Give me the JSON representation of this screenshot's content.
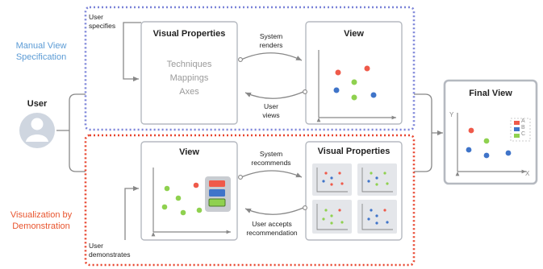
{
  "user": {
    "label": "User"
  },
  "manual": {
    "section_label": "Manual View Specification",
    "user_action": "User specifies",
    "vp_title": "Visual Properties",
    "vp_items": [
      "Techniques",
      "Mappings",
      "Axes"
    ],
    "system_action": "System renders",
    "view_title": "View",
    "user_views": "User views",
    "color": "#5b9bd5",
    "border_color": "#7b83d8"
  },
  "demo": {
    "section_label": "Visualization by Demonstration",
    "user_action": "User demonstrates",
    "view_title": "View",
    "system_action": "System recommends",
    "vp_title": "Visual Properties",
    "user_accepts": "User accepts recommendation",
    "color": "#e8552f",
    "border_color": "#e8452f"
  },
  "final": {
    "title": "Final View",
    "axis_x": "X",
    "axis_y": "Y",
    "legend": [
      "A",
      "B",
      "C"
    ]
  },
  "colors": {
    "red": "#ef5a4a",
    "blue": "#3f74c9",
    "green": "#8fd14f"
  }
}
